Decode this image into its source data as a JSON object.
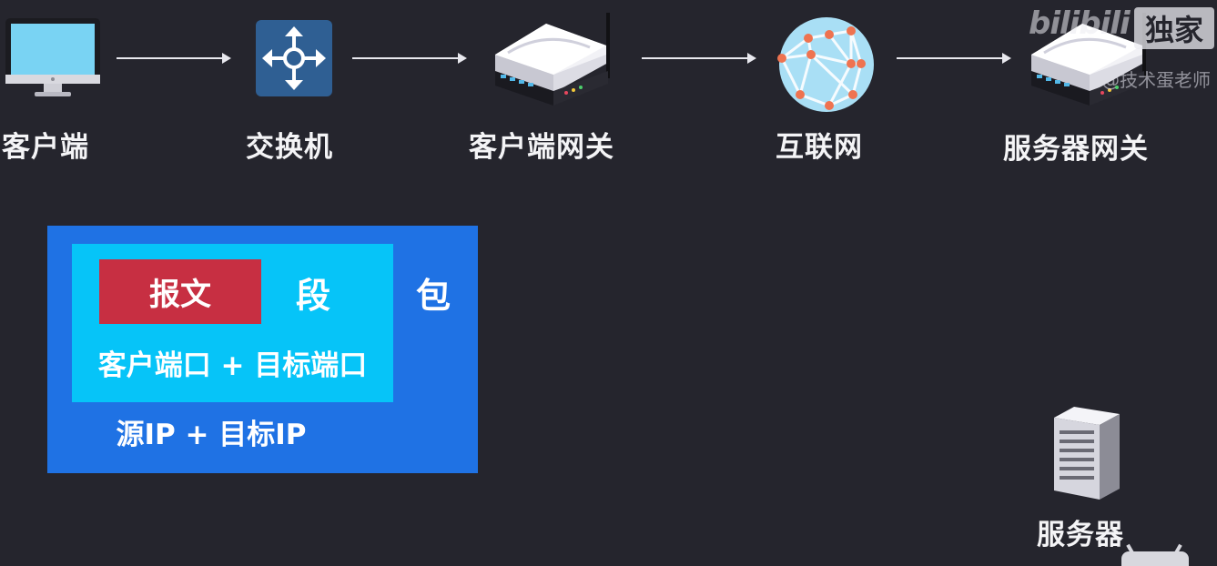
{
  "nodes": {
    "client": "客户端",
    "switch": "交换机",
    "client_gateway": "客户端网关",
    "internet": "互联网",
    "server_gateway": "服务器网关",
    "server": "服务器"
  },
  "packet": {
    "message": "报文",
    "segment": "段",
    "packet": "包",
    "ports": "客户端口 + 目标端口",
    "ips": "源IP + 目标IP"
  },
  "watermark": {
    "logo": "bilibili",
    "badge": "独家",
    "author": "@技术蛋老师"
  },
  "colors": {
    "background": "#25252d",
    "packet": "#1f72e4",
    "segment": "#06c4f8",
    "message": "#c72f42",
    "switch": "#2f5f93",
    "globe": "#a9dff5",
    "globe_nodes": "#ee7350"
  },
  "icons": [
    "monitor-icon",
    "switch-icon",
    "router-icon",
    "globe-icon",
    "router-icon",
    "server-tower-icon",
    "tv-icon"
  ]
}
